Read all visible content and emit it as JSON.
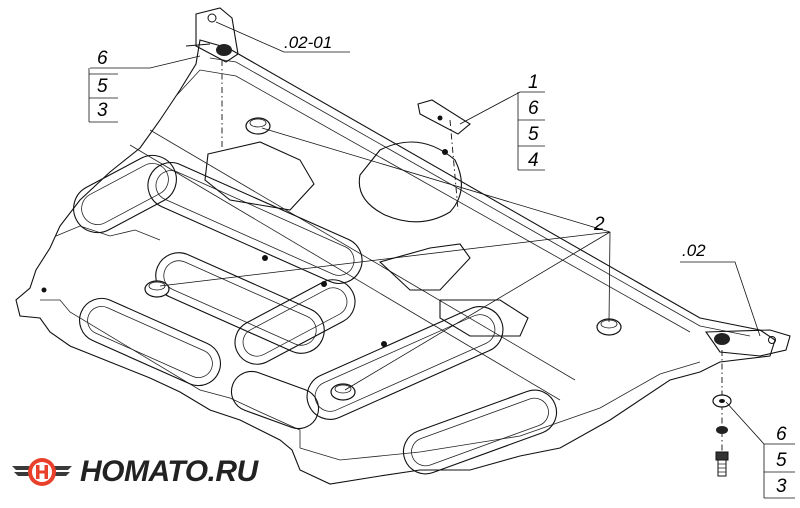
{
  "callouts": {
    "top_bracket": ".02-01",
    "right_bracket": ".02",
    "grommets": "2",
    "left_stack": [
      "6",
      "5",
      "3"
    ],
    "plate_stack": [
      "1",
      "6",
      "5",
      "4"
    ],
    "right_stack": [
      "6",
      "5",
      "3"
    ]
  },
  "brand": {
    "name": "HOMATO.RU",
    "logo_icon": "homato-wing-logo-icon",
    "accent_color": "#e8402a"
  }
}
